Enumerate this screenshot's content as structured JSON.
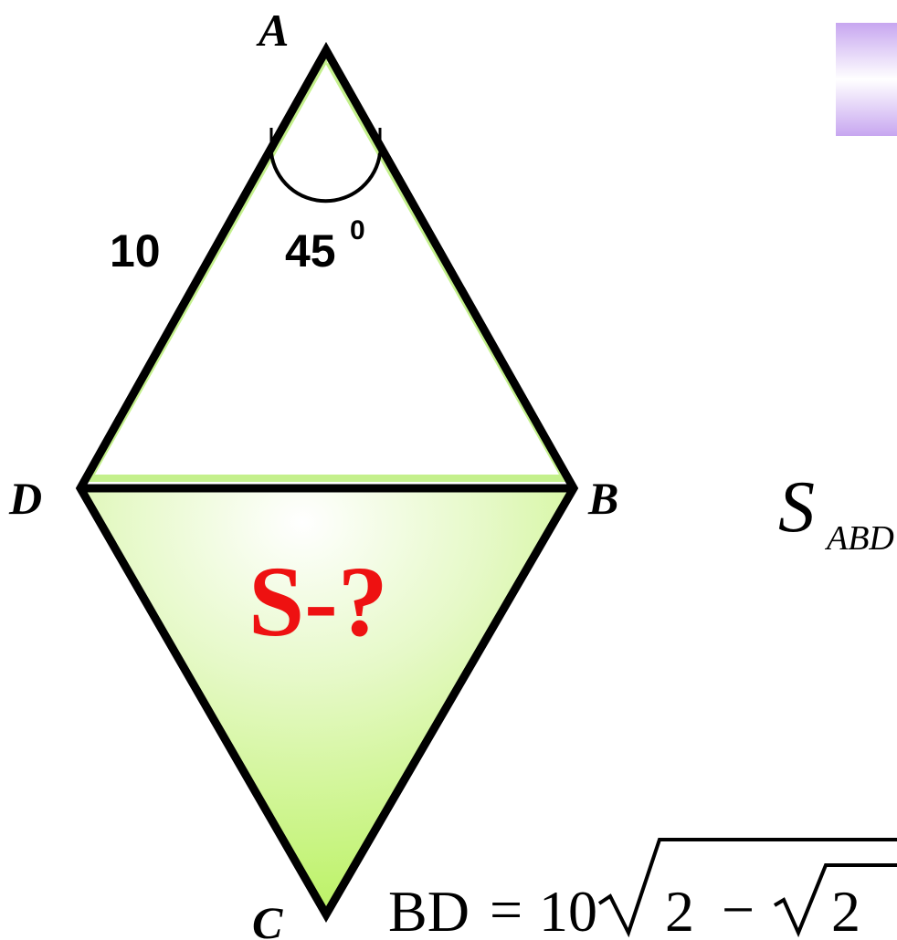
{
  "vertices": {
    "a": "A",
    "b": "B",
    "c": "C",
    "d": "D"
  },
  "side_label": "10",
  "angle": {
    "value": "45",
    "exponent": "0"
  },
  "unknown_label": "S-?",
  "area_formula": {
    "symbol": "S",
    "subscript": "ABD"
  },
  "bd_formula": {
    "lhs": "BD",
    "eq": "=",
    "coef": "10",
    "inner_num": "2",
    "minus": "−",
    "inner_root": "2"
  },
  "colors": {
    "fill_top": "#f2fbe4",
    "fill_bottom": "#b2f04e",
    "outline": "#000000",
    "question": "#ee1111",
    "corner_box": "#c7a6f0"
  }
}
